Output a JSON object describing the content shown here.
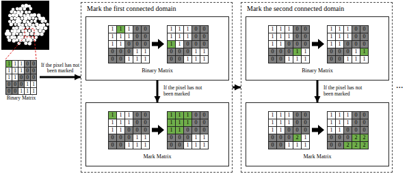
{
  "diagram": {
    "nodes": [
      {
        "text": [
          "Binary Matrix"
        ]
      },
      {
        "text": [
          "Mark the first connected domain"
        ]
      },
      {
        "text": [
          "Binary Matrix"
        ],
        "in": 1
      },
      {
        "text": [
          "Mark Matrix"
        ],
        "in": 1
      },
      {
        "text": [
          "Mark the second connected domain"
        ]
      },
      {
        "text": [
          "Binary Matrix"
        ],
        "in": 4
      },
      {
        "text": [
          "Mark Matrix"
        ],
        "in": 4
      }
    ],
    "edges": [
      {
        "from": 0,
        "to": 1,
        "arrow": "to",
        "label": "If the pixel has not been marked"
      },
      {
        "from": 2,
        "to": 3,
        "arrow": "to",
        "label": "If the pixel has not been marked"
      },
      {
        "from": 1,
        "to": 4,
        "arrow": "to"
      },
      {
        "from": 5,
        "to": 6,
        "arrow": "to",
        "label": "If the pixel has not been marked"
      }
    ],
    "labels": [
      "1",
      "1",
      "1",
      "0",
      "0",
      "1",
      "1",
      "1",
      "0",
      "0",
      "1",
      "1",
      "0",
      "0",
      "0",
      "0",
      "0",
      "0",
      "1",
      "1",
      "0",
      "0",
      "1",
      "1",
      "1",
      "1",
      "1",
      "1",
      "0",
      "0",
      "1",
      "1",
      "1",
      "0",
      "0",
      "1",
      "1",
      "0",
      "0",
      "0",
      "0",
      "0",
      "0",
      "1",
      "1",
      "0",
      "0",
      "1",
      "1",
      "1",
      "1",
      "1",
      "1",
      "0",
      "0",
      "1",
      "1",
      "1",
      "0",
      "0",
      "1",
      "1",
      "0",
      "0",
      "0",
      "0",
      "0",
      "0",
      "1",
      "1",
      "0",
      "0",
      "1",
      "1",
      "1",
      "1",
      "1",
      "1",
      "0",
      "0",
      "1",
      "1",
      "1",
      "0",
      "0",
      "1",
      "1",
      "0",
      "0",
      "0",
      "0",
      "0",
      "0",
      "1",
      "1",
      "0",
      "0",
      "1",
      "1",
      "1",
      "1",
      "1",
      "1",
      "0",
      "0",
      "1",
      "1",
      "1",
      "0",
      "0",
      "1",
      "1",
      "0",
      "0",
      "0",
      "0",
      "0",
      "0",
      "1",
      "1",
      "0",
      "0",
      "1",
      "1",
      "1",
      "1",
      "1",
      "1",
      "0",
      "0",
      "1",
      "1",
      "1",
      "0",
      "0",
      "1",
      "1",
      "0",
      "0",
      "0",
      "0",
      "0",
      "0",
      "1",
      "1",
      "0",
      "0",
      "1",
      "1",
      "1",
      "1",
      "1",
      "1",
      "0",
      "0",
      "1",
      "1",
      "1",
      "0",
      "0",
      "1",
      "1",
      "0",
      "0",
      "0",
      "0",
      "0",
      "0",
      "1",
      "1",
      "0",
      "0",
      "1",
      "1",
      "1",
      "1",
      "1",
      "1",
      "0",
      "0",
      "1",
      "1",
      "1",
      "0",
      "0",
      "1",
      "1",
      "0",
      "0",
      "0",
      "0",
      "0",
      "0",
      "2",
      "1",
      "0",
      "0",
      "1",
      "1",
      "1",
      "1",
      "1",
      "1",
      "0",
      "0",
      "1",
      "1",
      "1",
      "0",
      "0",
      "1",
      "1",
      "0",
      "0",
      "0",
      "0",
      "0",
      "0",
      "2",
      "2",
      "0",
      "0",
      "2",
      "2",
      "2",
      "..."
    ]
  }
}
